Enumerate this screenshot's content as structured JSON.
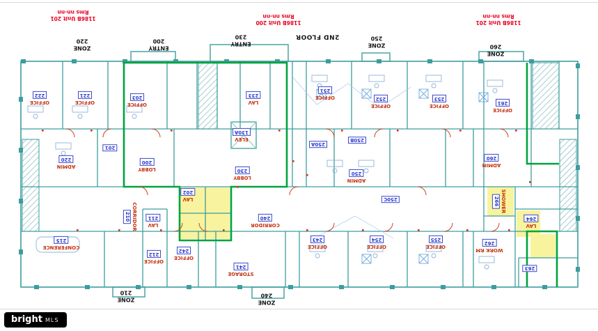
{
  "title": "2ND FLOOR",
  "watermark": {
    "brand": "bright",
    "suffix": "MLS"
  },
  "colors": {
    "wall": "#3d9d9d",
    "zone_outline": "#00a33e",
    "room_text": "#c43410",
    "number_text": "#2b3bd0",
    "unit_text": "#e8001e",
    "highlight": "#f6ef7d",
    "door": "#cc4422"
  },
  "units": [
    {
      "name": "1186B Unit 201",
      "rooms": "Rms nn-nn"
    },
    {
      "name": "1186B Unit 200",
      "rooms": "Rms nn-nn"
    },
    {
      "name": "1186B Unit 201",
      "rooms": "Rms nn-nn"
    }
  ],
  "zones": [
    {
      "word": "ZONE",
      "number": "220"
    },
    {
      "word": "ENTRY",
      "number": "200"
    },
    {
      "word": "ENTRY",
      "number": "230"
    },
    {
      "word": "ZONE",
      "number": "250"
    },
    {
      "word": "ZONE",
      "number": "260"
    },
    {
      "word": "ZONE",
      "number": "210"
    },
    {
      "word": "ZONE",
      "number": "240"
    }
  ],
  "rooms": [
    {
      "name": "OFFICE",
      "number": "222"
    },
    {
      "name": "OFFICE",
      "number": "221"
    },
    {
      "name": "OFFICE",
      "number": "203"
    },
    {
      "name": "ADMIN",
      "number": "220"
    },
    {
      "name": "LOBBY",
      "number": "200"
    },
    {
      "name": "CONFERENCE",
      "number": "215"
    },
    {
      "name": "CORRIDOR",
      "number": "210"
    },
    {
      "name": "LAV",
      "number": "211"
    },
    {
      "name": "LAV",
      "number": "202"
    },
    {
      "name": "OFFICE",
      "number": "212"
    },
    {
      "name": "OFFICE",
      "number": "242"
    },
    {
      "name": "ELEV",
      "number": "130A"
    },
    {
      "name": "LAV",
      "number": "233"
    },
    {
      "name": "LOBBY",
      "number": "230"
    },
    {
      "name": "CORRIDOR",
      "number": "240"
    },
    {
      "name": "STORAGE",
      "number": "241"
    },
    {
      "name": "OFFICE",
      "number": "251"
    },
    {
      "name": "OFFICE",
      "number": "252"
    },
    {
      "name": "OFFICE",
      "number": "253"
    },
    {
      "name": "OFFICE",
      "number": "261"
    },
    {
      "name": "ADMIN",
      "number": "250"
    },
    {
      "name": "ADMIN",
      "number": "260"
    },
    {
      "name": "OFFICE",
      "number": "243"
    },
    {
      "name": "OFFICE",
      "number": "254"
    },
    {
      "name": "OFFICE",
      "number": "255"
    },
    {
      "name": "WORK RM",
      "number": "262"
    },
    {
      "name": "SHOWER",
      "number": "266"
    },
    {
      "name": "LAV",
      "number": "264"
    }
  ],
  "tags": [
    "201",
    "250A",
    "250B",
    "250C",
    "263"
  ]
}
